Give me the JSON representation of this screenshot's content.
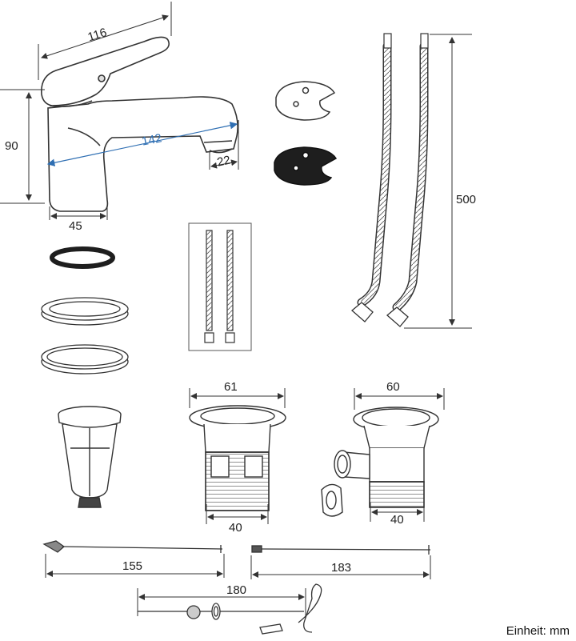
{
  "dimensions": {
    "faucet_length": "116",
    "faucet_height": "90",
    "spout_reach": "142",
    "aerator": "22",
    "base_diameter": "45",
    "hose_length": "500",
    "pop_up_waste_top": "61",
    "pop_up_waste_thread": "40",
    "drain_top": "60",
    "drain_thread": "40",
    "lift_rod": "155",
    "connecting_rod": "183",
    "horizontal_rod": "180"
  },
  "unit_note": "Einheit: mm",
  "colors": {
    "line": "#333333",
    "dim_blue": "#2f6fb3",
    "gasket_black": "#1e1e1e"
  }
}
